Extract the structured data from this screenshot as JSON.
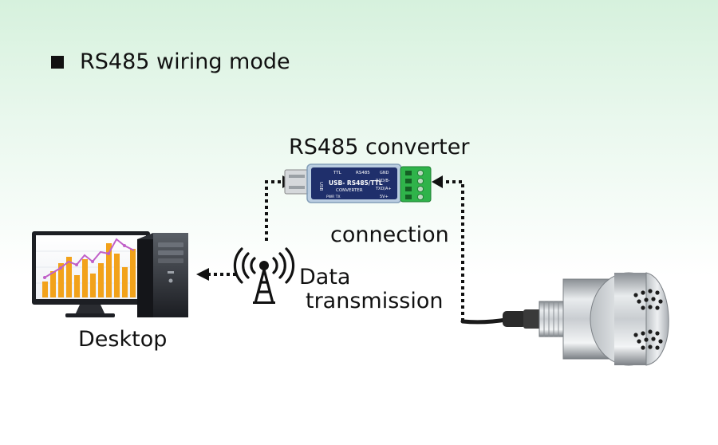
{
  "title": "RS485 wiring mode",
  "labels": {
    "converter": "RS485 converter",
    "connection": "connection",
    "data_line1": "Data",
    "data_line2": "transmission",
    "desktop": "Desktop"
  },
  "converter_device": {
    "top_ttl": "TTL",
    "top_rs485": "RS485",
    "body_line1": "USB- RS485/TTL",
    "body_line2": "CONVERTER",
    "side": "USB",
    "leds": "PWR  TX",
    "pins": [
      "GND",
      "RXD/B-",
      "TXD/A+",
      "5V+"
    ]
  },
  "colors": {
    "converter_body": "#1f2f6b",
    "terminal_block": "#2fb34a",
    "chart_orange": "#f2a21a",
    "chart_line": "#c060c8"
  }
}
